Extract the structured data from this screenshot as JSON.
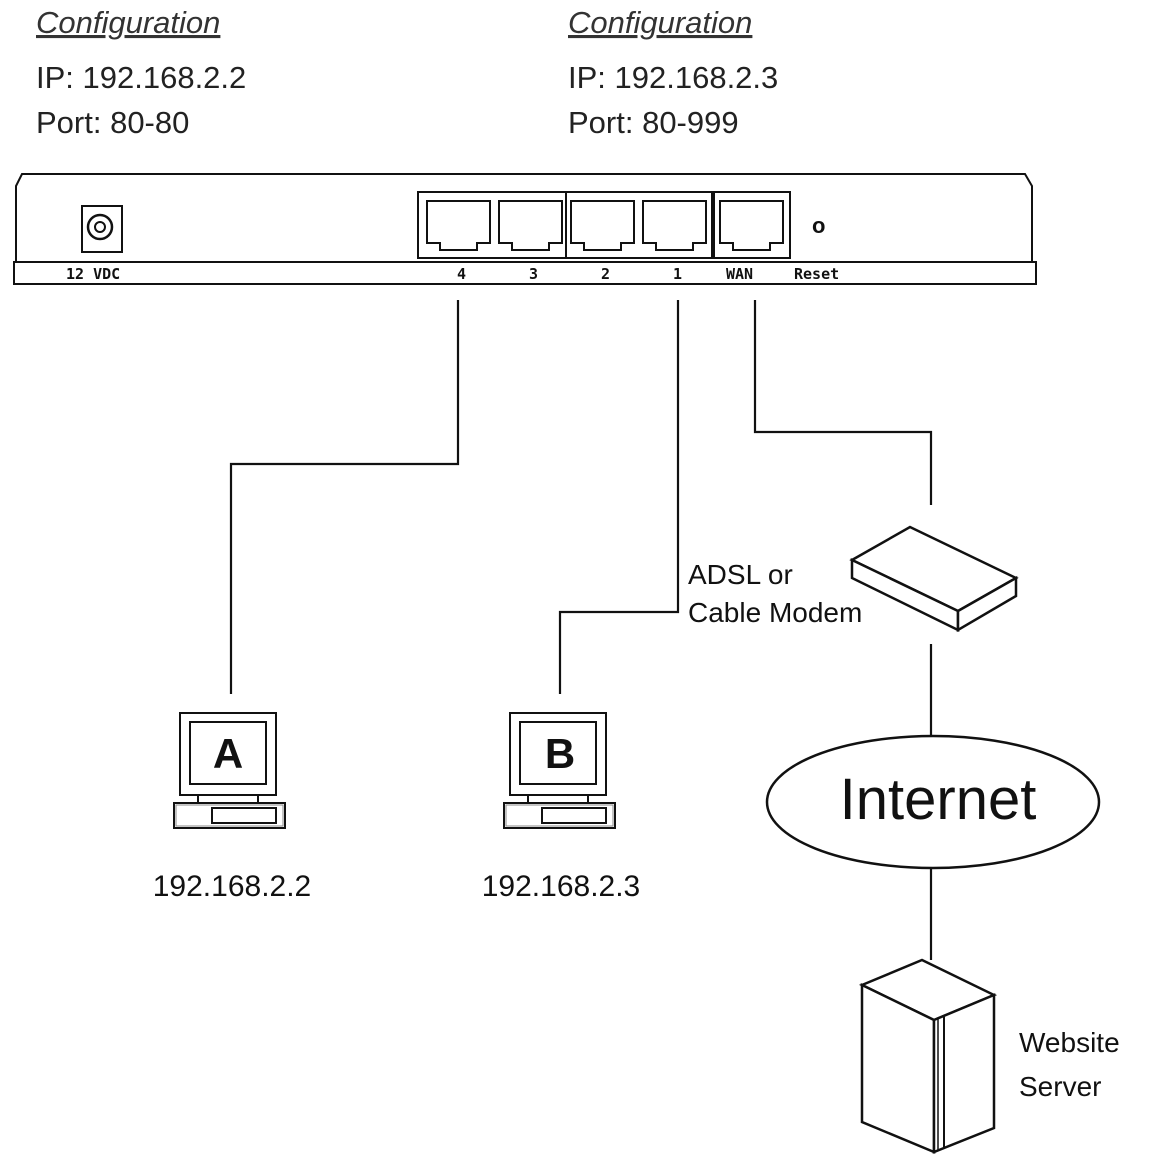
{
  "config_a": {
    "title": "Configuration",
    "ip": "IP: 192.168.2.2",
    "port": "Port: 80-80"
  },
  "config_b": {
    "title": "Configuration",
    "ip": "IP: 192.168.2.3",
    "port": "Port: 80-999"
  },
  "router": {
    "power_label": "12 VDC",
    "ports": [
      "4",
      "3",
      "2",
      "1"
    ],
    "wan_label": "WAN",
    "reset_label": "Reset",
    "reset_symbol": "o"
  },
  "pc_a": {
    "letter": "A",
    "ip": "192.168.2.2"
  },
  "pc_b": {
    "letter": "B",
    "ip": "192.168.2.3"
  },
  "modem": {
    "label_line1": "ADSL or",
    "label_line2": "Cable Modem"
  },
  "internet": {
    "label": "Internet"
  },
  "server": {
    "label_line1": "Website",
    "label_line2": "Server"
  }
}
